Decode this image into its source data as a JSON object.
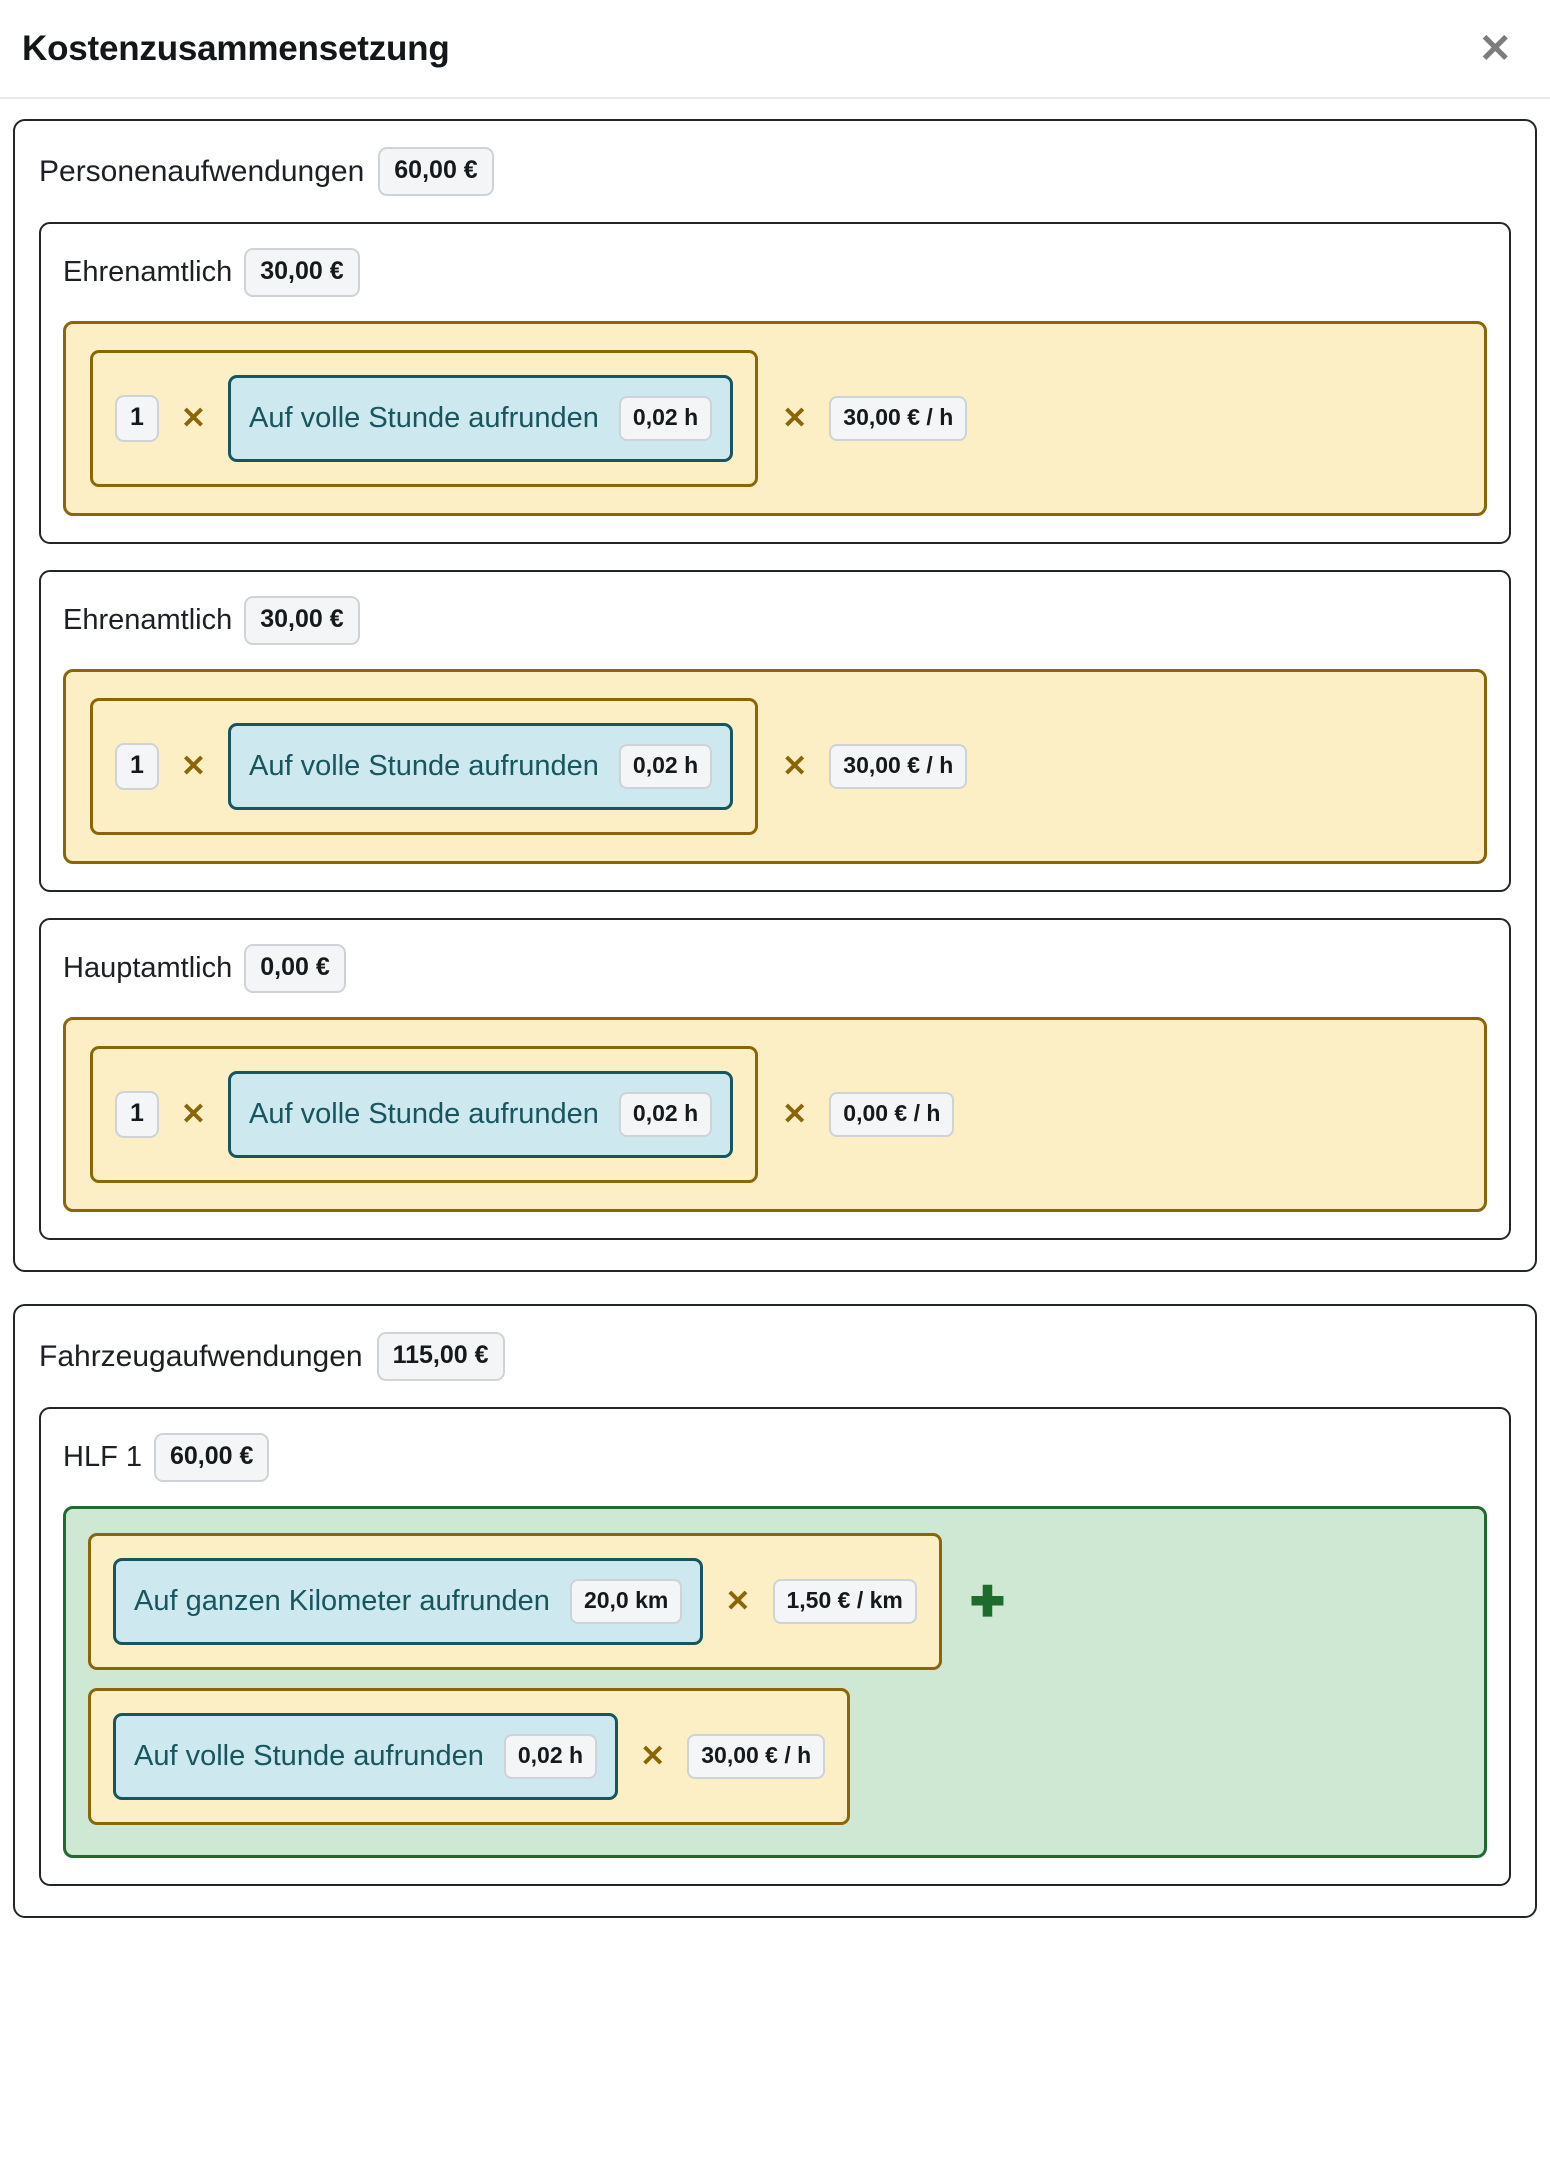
{
  "header": {
    "title": "Kostenzusammensetzung",
    "close_icon": "close-icon",
    "close_glyph": "✕"
  },
  "ops": {
    "multiply": "✕",
    "plus": "✚"
  },
  "groups": [
    {
      "label": "Personenaufwendungen",
      "total": "60,00 €",
      "subs": [
        {
          "label": "Ehrenamtlich",
          "total": "30,00 €",
          "box_variant": "yellow",
          "rows": [
            {
              "quantity": "1",
              "rounding_label": "Auf volle Stunde aufrunden",
              "rounding_value": "0,02 h",
              "rate": "30,00 € / h",
              "has_plus": false
            }
          ]
        },
        {
          "label": "Ehrenamtlich",
          "total": "30,00 €",
          "box_variant": "yellow",
          "rows": [
            {
              "quantity": "1",
              "rounding_label": "Auf volle Stunde aufrunden",
              "rounding_value": "0,02 h",
              "rate": "30,00 € / h",
              "has_plus": false
            }
          ]
        },
        {
          "label": "Hauptamtlich",
          "total": "0,00 €",
          "box_variant": "yellow",
          "rows": [
            {
              "quantity": "1",
              "rounding_label": "Auf volle Stunde aufrunden",
              "rounding_value": "0,02 h",
              "rate": "0,00 € / h",
              "has_plus": false
            }
          ]
        }
      ]
    },
    {
      "label": "Fahrzeugaufwendungen",
      "total": "115,00 €",
      "subs": [
        {
          "label": "HLF 1",
          "total": "60,00 €",
          "box_variant": "green",
          "rows": [
            {
              "quantity": null,
              "rounding_label": "Auf ganzen Kilometer aufrunden",
              "rounding_value": "20,0 km",
              "rate": "1,50 € / km",
              "has_plus": true
            },
            {
              "quantity": null,
              "rounding_label": "Auf volle Stunde aufrunden",
              "rounding_value": "0,02 h",
              "rate": "30,00 € / h",
              "has_plus": false,
              "rate_inside": true
            }
          ]
        }
      ]
    }
  ],
  "colors": {
    "yellow_bg": "#fcefc5",
    "yellow_border": "#8a6608",
    "blue_bg": "#cde8ee",
    "blue_border": "#17565e",
    "green_bg": "#cfe8d3",
    "green_border": "#1d6b2d",
    "card_border": "#232629",
    "pill_bg": "#f4f5f7",
    "pill_border": "#cfd2d6"
  }
}
